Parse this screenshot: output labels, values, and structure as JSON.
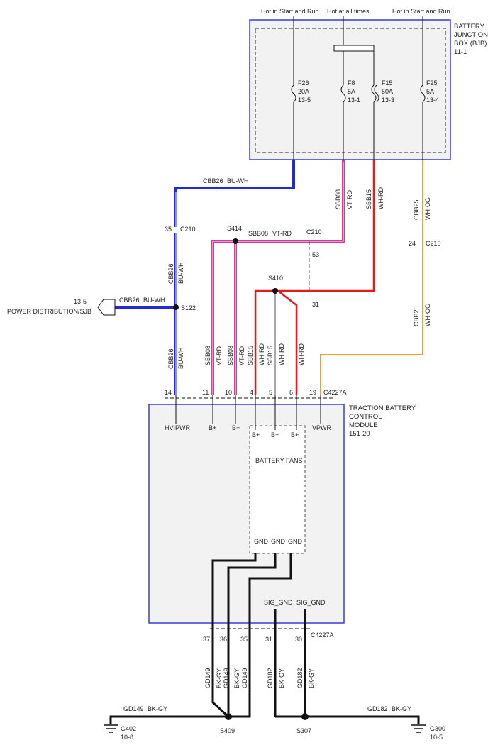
{
  "bjb": {
    "title": [
      "BATTERY",
      "JUNCTION",
      "BOX (BJB)",
      "11-1"
    ],
    "feeds": [
      "Hot in Start and Run",
      "Hot at all times",
      "Hot in Start and Run"
    ],
    "fuses": [
      {
        "name": "F26",
        "rating": "20A",
        "ref": "13-5"
      },
      {
        "name": "F8",
        "rating": "5A",
        "ref": "13-1"
      },
      {
        "name": "F15",
        "rating": "50A",
        "ref": "13-3"
      },
      {
        "name": "F25",
        "rating": "5A",
        "ref": "13-4"
      }
    ]
  },
  "tbcm": {
    "title": [
      "TRACTION BATTERY",
      "CONTROL",
      "MODULE",
      "151-20"
    ],
    "pins": [
      "HVIPWR",
      "B+",
      "B+",
      "VPWR"
    ],
    "fan_pins": [
      "B+",
      "B+",
      "B+"
    ],
    "fans_label": "BATTERY FANS",
    "fan_gnd": [
      "GND",
      "GND",
      "GND"
    ],
    "sig_gnd": [
      "SIG_GND",
      "SIG_GND"
    ]
  },
  "wires": {
    "cbb26": "CBB26",
    "buwh": "BU-WH",
    "sbb08": "SBB08",
    "vtrd": "VT-RD",
    "sbb15": "SBB15",
    "whrd": "WH-RD",
    "cbb25": "CBB25",
    "whog": "WH-OG",
    "gd149": "GD149",
    "gd182": "GD182",
    "bkgy": "BK-GY"
  },
  "connectors": {
    "c210": "C210",
    "c4227a": "C4227A",
    "pin35": "35",
    "pin53": "53",
    "pin31": "31",
    "pin24": "24",
    "top_pins": [
      "14",
      "11",
      "10",
      "4",
      "5",
      "6",
      "19"
    ],
    "bottom_pins": [
      "37",
      "36",
      "35",
      "31",
      "30"
    ]
  },
  "splices": {
    "s414": "S414",
    "s410": "S410",
    "s122": "S122",
    "s409": "S409",
    "s307": "S307"
  },
  "power_dist": {
    "ref": "13-5",
    "label": "POWER DISTRIBUTION/SJB"
  },
  "grounds": [
    {
      "name": "G402",
      "ref": "10-8"
    },
    {
      "name": "G300",
      "ref": "10-5"
    }
  ],
  "colors": {
    "blue": "#1f2bd8",
    "pink": "#d23a9c",
    "red": "#e01d1d",
    "orange": "#f0a21e",
    "black": "#111111",
    "box_border": "#3a3adf",
    "box_fill": "#f2f2f2"
  }
}
